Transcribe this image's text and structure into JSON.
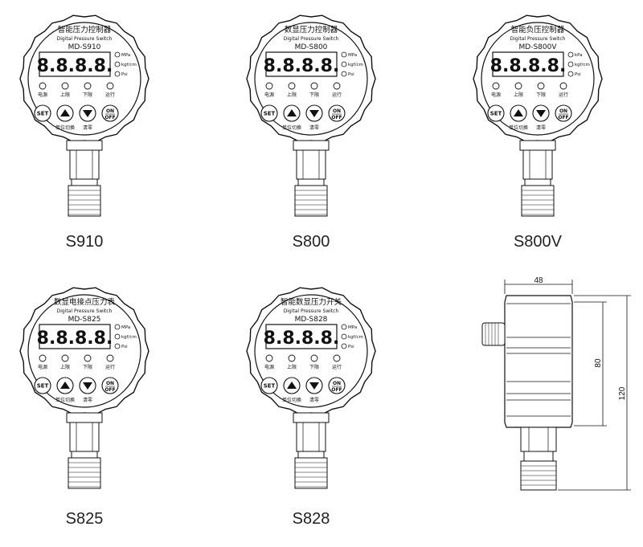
{
  "models": [
    {
      "caption": "S910",
      "title_cn": "智能压力控制器",
      "title_en": "Digital Pressure Switch",
      "model_label": "MD-S910",
      "digits": "8.8.8.8.",
      "units": [
        "MPa",
        "kgf/cm",
        "Psi"
      ]
    },
    {
      "caption": "S800",
      "title_cn": "数显压力控制器",
      "title_en": "Digital Pressure Switch",
      "model_label": "MD-S800",
      "digits": "8.8.8.8.",
      "units": [
        "MPa",
        "kgf/cm",
        "Psi"
      ]
    },
    {
      "caption": "S800V",
      "title_cn": "智能负压控制器",
      "title_en": "Digital Pressure Switch",
      "model_label": "MD-S800V",
      "digits": "8.8.8.8.",
      "units": [
        "kPa",
        "kgf/cm",
        "Psi"
      ]
    },
    {
      "caption": "S825",
      "title_cn": "数显电接点压力表",
      "title_en": "Digital Pressure Switch",
      "model_label": "MD-S825",
      "digits": "8.8.8.8.",
      "units": [
        "MPa",
        "kgf/cm",
        "Psi"
      ]
    },
    {
      "caption": "S828",
      "title_cn": "智能数显压力开关",
      "title_en": "Digital Pressure Switch",
      "model_label": "MD-S828",
      "digits": "8.8.8.8.",
      "units": [
        "MPa",
        "kgf/cm",
        "Psi"
      ]
    }
  ],
  "indicators": [
    "电源",
    "上限",
    "下限",
    "运行"
  ],
  "buttons": {
    "set": "SET",
    "on": "ON",
    "off": "OFF"
  },
  "button_labels": [
    "单位切换",
    "清零"
  ],
  "dimensions": {
    "width": "48",
    "height_body": "80",
    "height_total": "120"
  }
}
